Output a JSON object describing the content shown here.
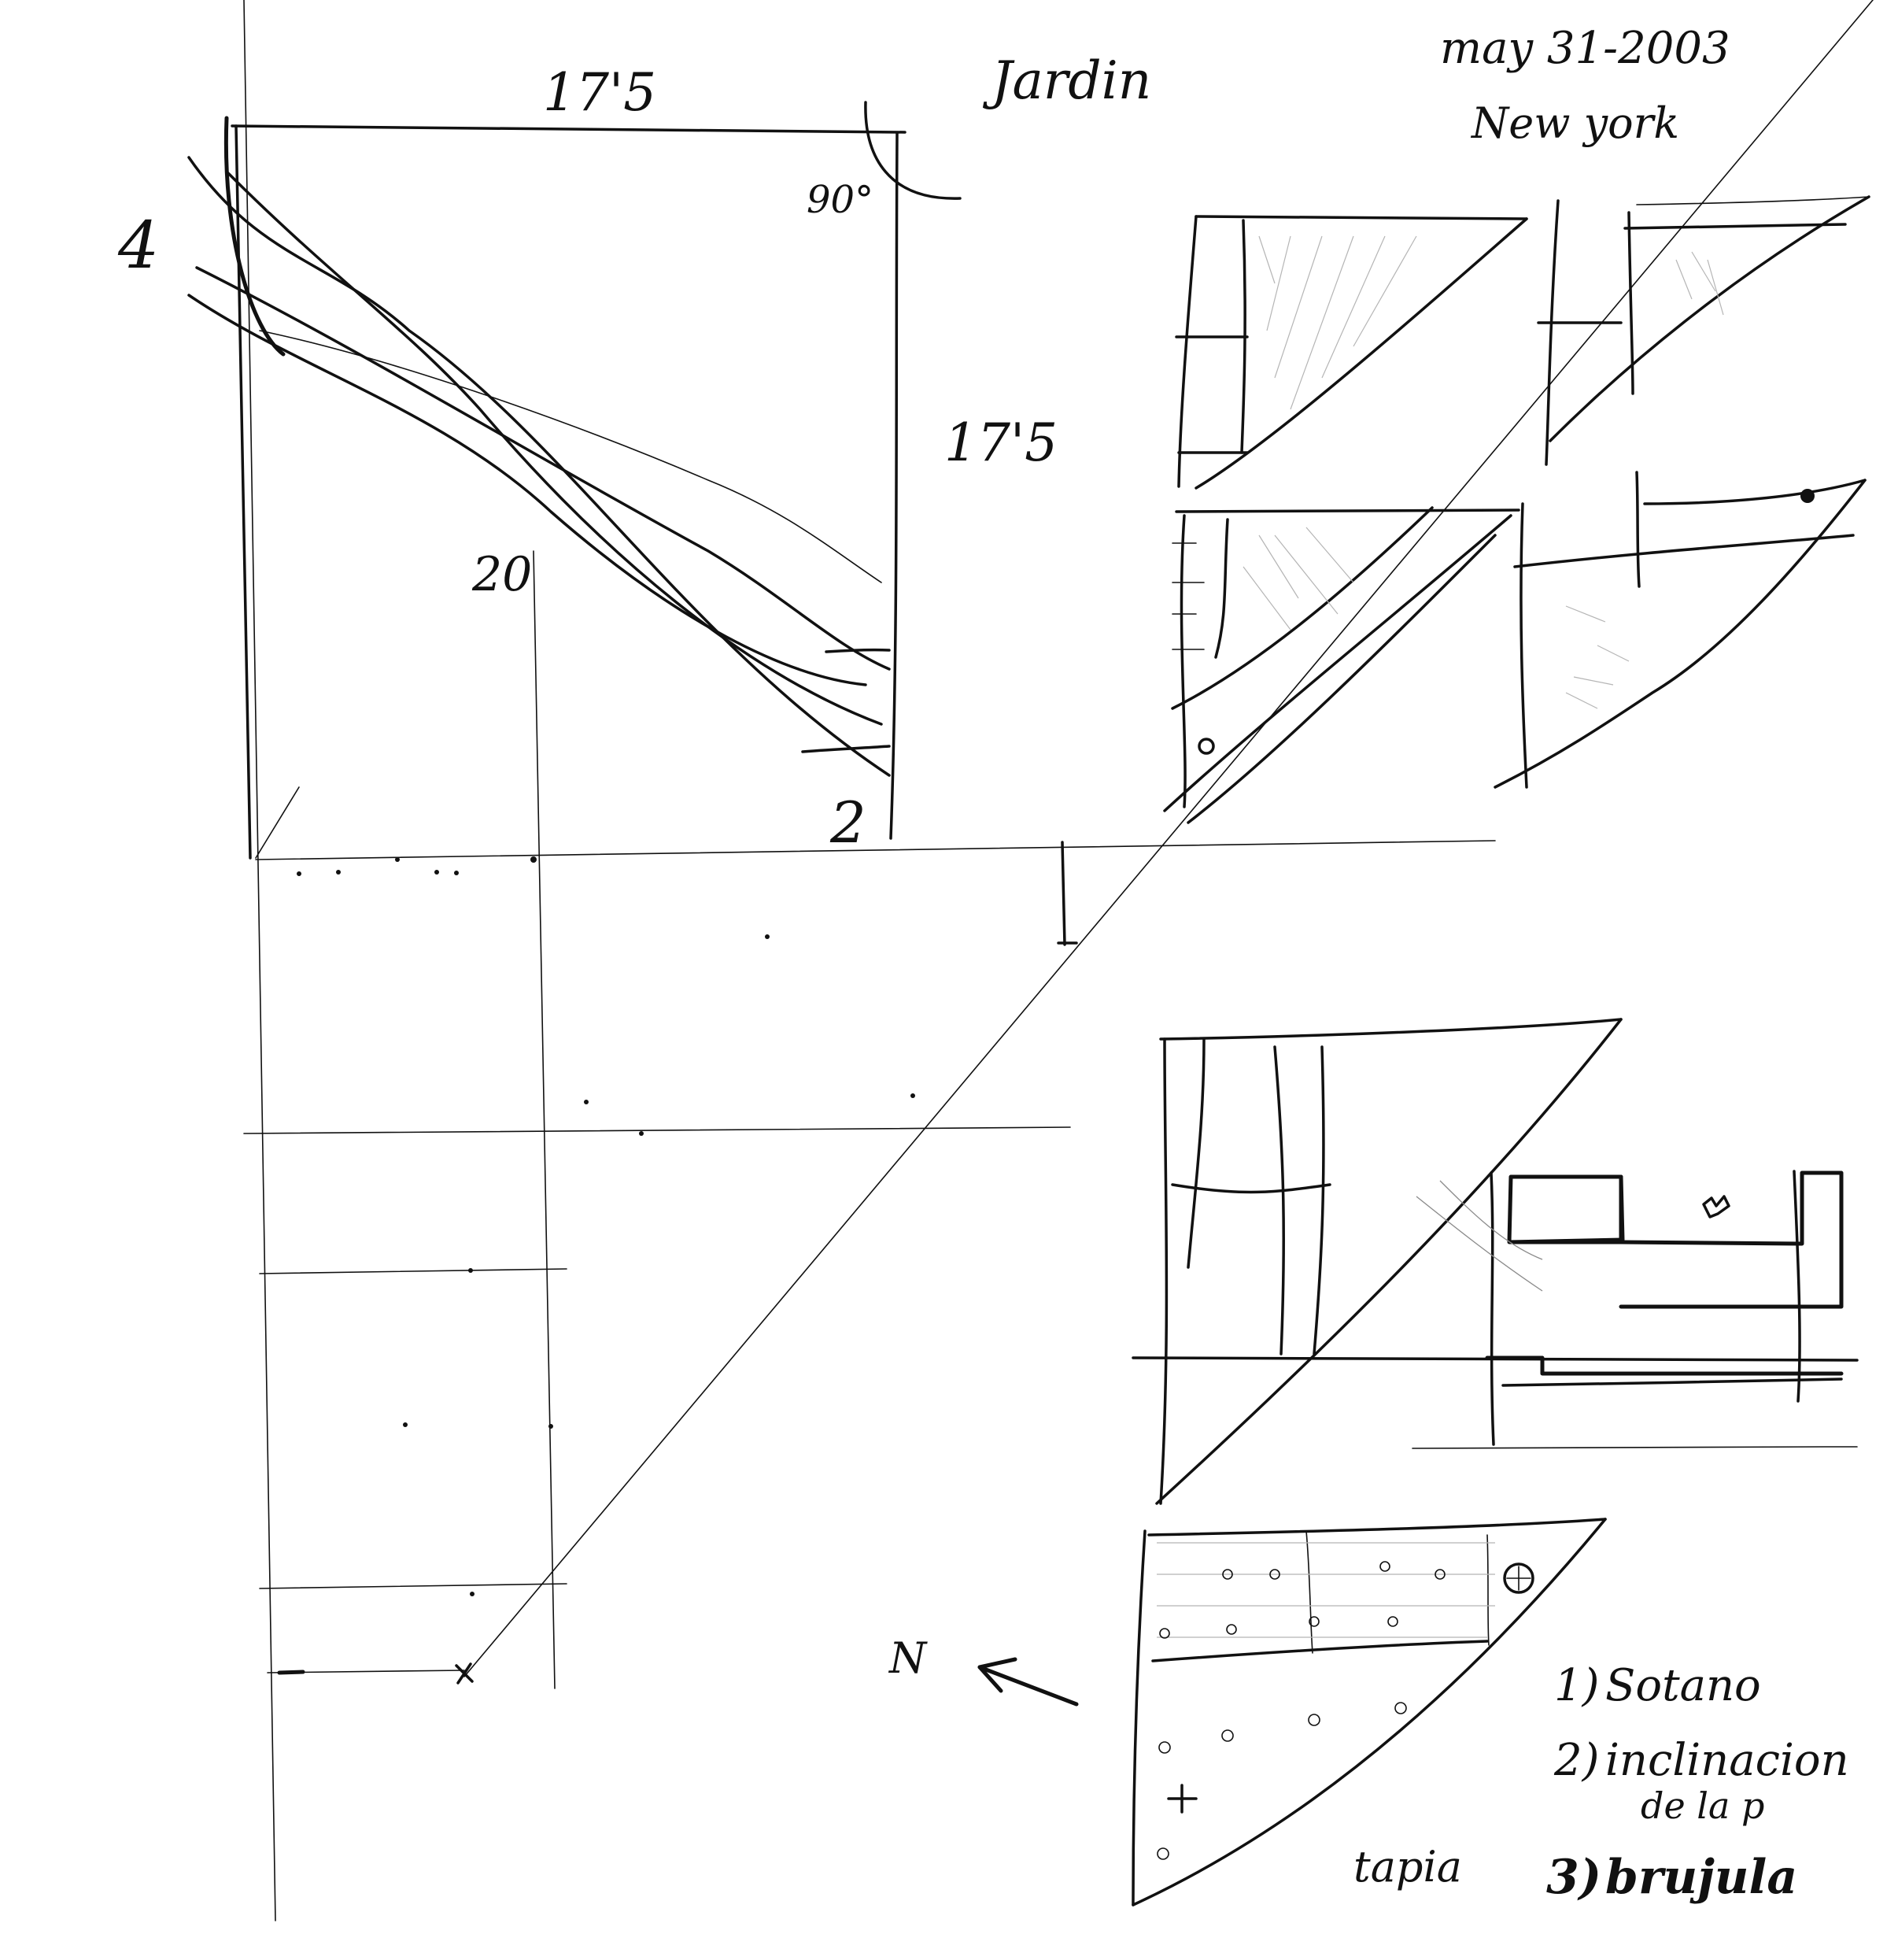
{
  "annotations": {
    "title_word": "Jardin",
    "date_line": "may 31-2003",
    "place_line": "New york",
    "dim_top": "17'5",
    "dim_right": "17'5",
    "angle": "90°",
    "num_4": "4",
    "num_2": "2",
    "num_20": "20",
    "north": "N",
    "tapia": "tapia"
  },
  "notes": [
    {
      "num": "1)",
      "text": "Sotano"
    },
    {
      "num": "2)",
      "text": "inclinacion"
    },
    {
      "num": "",
      "text": "de la p"
    },
    {
      "num": "3)",
      "text": "brujula"
    }
  ]
}
